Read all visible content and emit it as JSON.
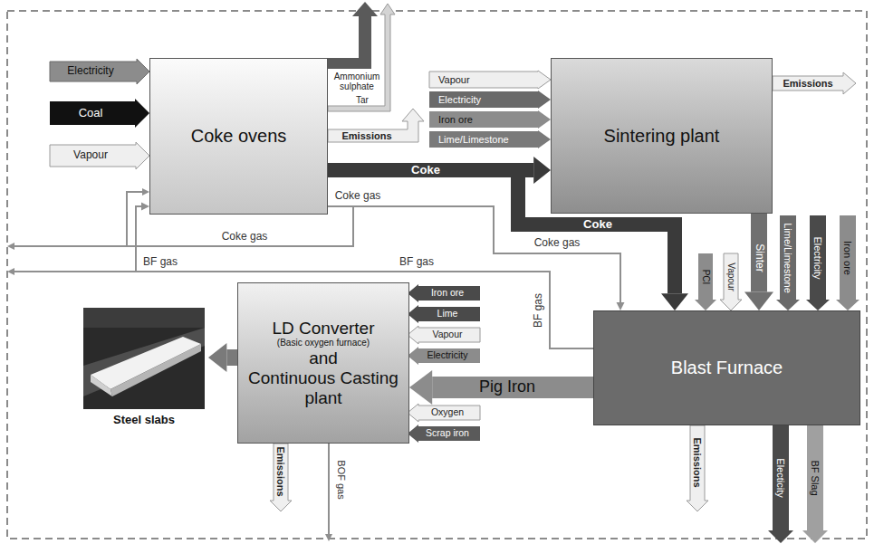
{
  "diagram": {
    "nodes": [
      {
        "text": [
          "Coke ovens"
        ]
      },
      {
        "text": [
          "Sintering plant"
        ]
      },
      {
        "text": [
          "Blast Furnace"
        ]
      },
      {
        "text": [
          "LD Converter",
          "(Basic oxygen furnace)",
          "and",
          "Continuous Casting plant"
        ]
      },
      {
        "text": [
          "Steel slabs"
        ]
      }
    ],
    "edges": [
      {
        "from": 0,
        "to": 1,
        "arrow": "to",
        "label": "Coke"
      },
      {
        "from": 0,
        "to": 2,
        "arrow": "to",
        "label": "Coke"
      },
      {
        "from": 0,
        "to": 2,
        "arrow": "to",
        "label": "Coke gas"
      },
      {
        "from": 2,
        "to": 0,
        "arrow": "to",
        "label": "BF gas"
      },
      {
        "from": 2,
        "to": 3,
        "arrow": "to",
        "label": "Pig Iron"
      },
      {
        "from": 1,
        "to": 2,
        "arrow": "to",
        "label": "Sinter"
      },
      {
        "from": 3,
        "to": 4,
        "arrow": "to"
      }
    ],
    "labels": [
      "Electricity",
      "Coal",
      "Vapour",
      "Ammonium sulphate",
      "Tar",
      "Emissions",
      "Coke gas",
      "Coke gas",
      "BF gas",
      "BF gas",
      "Vapour",
      "Electricity",
      "Iron ore",
      "Lime/Limestone",
      "Emissions",
      "PCI",
      "Vapour",
      "Lime/Limestone",
      "Electricity",
      "Iron ore",
      "Iron ore",
      "Lime",
      "Vapour",
      "Electricity",
      "Oxygen",
      "Scrap iron",
      "Emissions",
      "BOF gas",
      "Emissions",
      "Electicity",
      "BF Slag"
    ]
  }
}
